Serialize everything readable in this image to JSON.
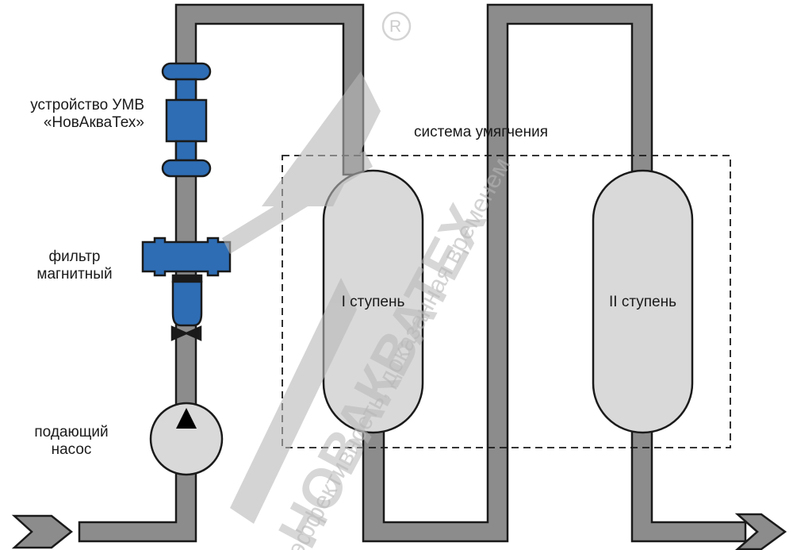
{
  "labels": {
    "umv_device": [
      "устройство УМВ",
      "«НовАкваТех»"
    ],
    "magnetic_filter": [
      "фильтр",
      "магнитный"
    ],
    "supply_pump": [
      "подающий",
      "насос"
    ],
    "softening_system": "система умягчения",
    "stage1": "I ступень",
    "stage2": "II ступень"
  },
  "watermark": {
    "brand": "НОВАКВАТЕХ",
    "slogan": "эффективность, доказанная временем",
    "registered": "R"
  },
  "colors": {
    "pipe": "#8c8c8c",
    "pipe_outline": "#1a1a1a",
    "device_blue": "#2e6db4",
    "device_blue_dark": "#1f4f87",
    "tank_fill": "#d9d9d9",
    "watermark": "#bdbdbd"
  }
}
